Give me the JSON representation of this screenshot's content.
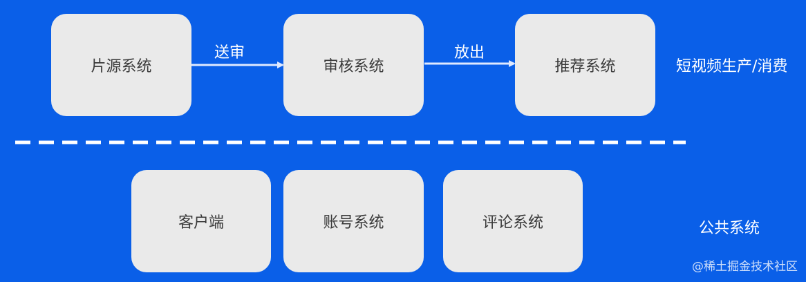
{
  "top_row": {
    "nodes": [
      "片源系统",
      "审核系统",
      "推荐系统"
    ],
    "edges": [
      "送审",
      "放出"
    ],
    "group_label": "短视频生产/消费"
  },
  "bottom_row": {
    "nodes": [
      "客户端",
      "账号系统",
      "评论系统"
    ],
    "group_label": "公共系统"
  },
  "watermark": "@稀土掘金技术社区",
  "colors": {
    "background": "#0a5fe8",
    "box_fill": "#eaeaea",
    "box_text": "#3a3a3a",
    "arrow": "#dfe9ff",
    "divider": "#ffffff"
  }
}
